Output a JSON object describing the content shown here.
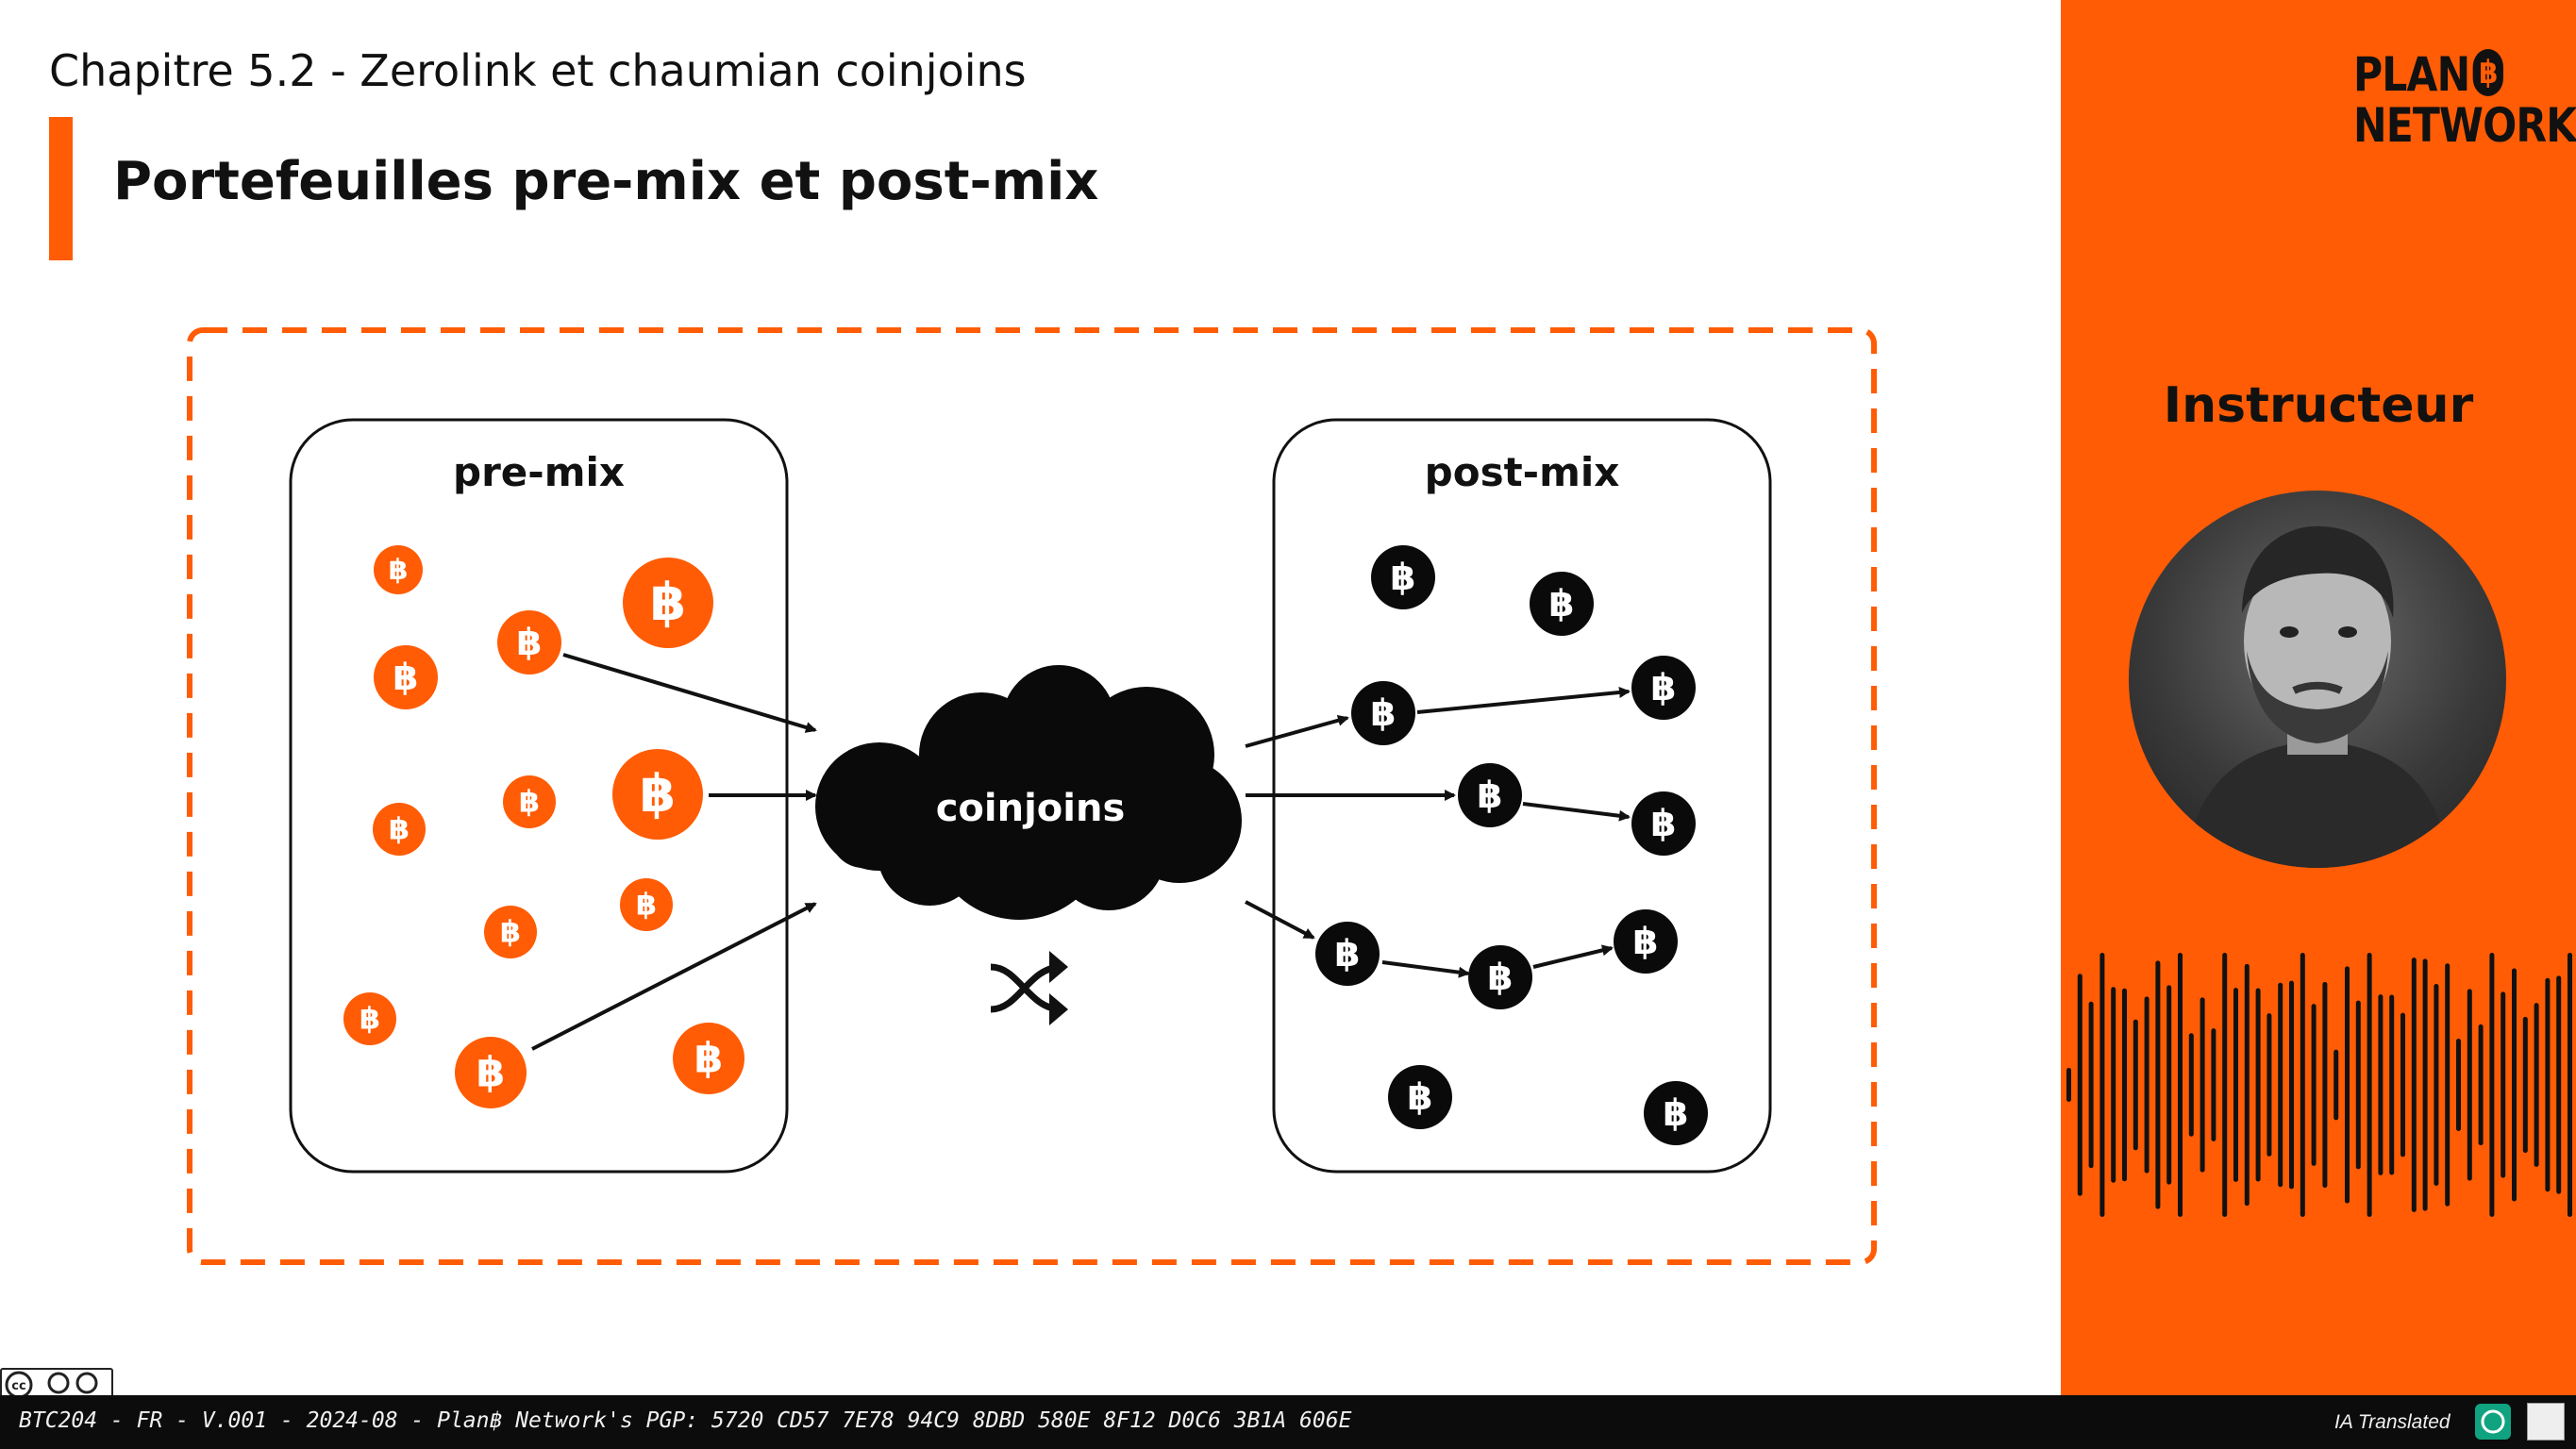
{
  "header": {
    "chapter": "Chapitre 5.2 - Zerolink et chaumian coinjoins",
    "title": "Portefeuilles pre-mix et post-mix"
  },
  "diagram": {
    "premix_label": "pre-mix",
    "postmix_label": "post-mix",
    "cloud_label": "coinjoins",
    "coin_symbol": "฿",
    "colors": {
      "premix_coin": "#ff5c05",
      "postmix_coin": "#0a0a0a",
      "border": "#ff5c05"
    },
    "icons": [
      "bitcoin-coin-icon",
      "shuffle-icon",
      "arrow-icon"
    ]
  },
  "sidebar": {
    "logo_line1": "PLAN",
    "logo_b": "฿",
    "logo_line2": "NETWORK",
    "instructor_label": "Instructeur",
    "accent_color": "#ff5c05"
  },
  "footer": {
    "text": "BTC204 - FR - V.001 - 2024-08 - Plan฿ Network's PGP: 5720 CD57 7E78 94C9 8DBD 580E 8F12 D0C6 3B1A 606E",
    "ia_label": "IA Translated",
    "license": "cc BY SA"
  }
}
